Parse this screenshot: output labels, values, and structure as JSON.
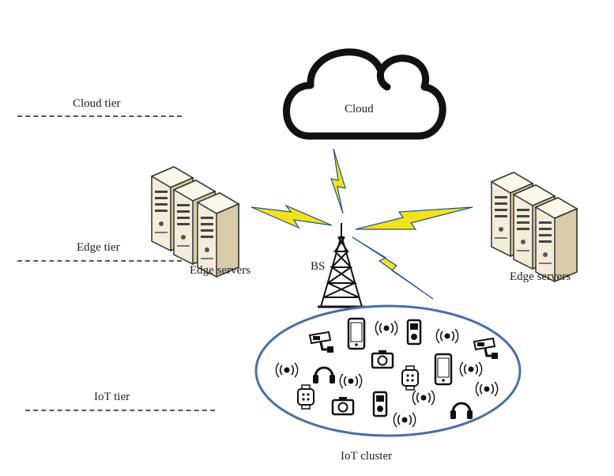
{
  "tiers": {
    "cloud": "Cloud tier",
    "edge": "Edge tier",
    "iot": "IoT tier"
  },
  "nodes": {
    "cloud": "Cloud",
    "edge_left": "Edge servers",
    "edge_right": "Edge servers",
    "base_station": "BS",
    "iot_cluster": "IoT cluster"
  },
  "colors": {
    "lightning": "#f2e21b",
    "lightning_edge": "#1f4e96",
    "cluster_border": "#4a6fa5",
    "server_body": "#f3ecd8",
    "server_shade": "#d8cca8"
  },
  "icons": [
    "server-rack-icon",
    "cloud-icon",
    "tower-icon",
    "lightning-icon",
    "smartphone-icon",
    "camera-icon",
    "headphones-icon",
    "smartwatch-icon",
    "mp3-player-icon",
    "cctv-camera-icon",
    "wireless-sensor-icon"
  ]
}
